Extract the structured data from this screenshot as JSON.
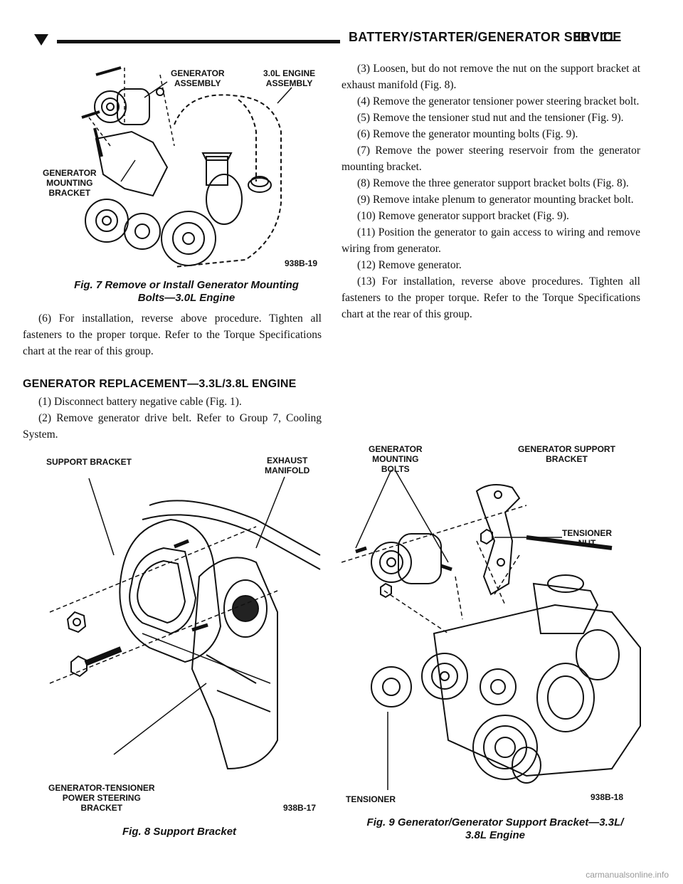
{
  "header": {
    "title": "BATTERY/STARTER/GENERATOR SERVICE",
    "page": "8B - 11"
  },
  "fig7": {
    "labels": {
      "generator_assembly": "GENERATOR\nASSEMBLY",
      "engine_assembly": "3.0L ENGINE\nASSEMBLY",
      "mounting_bracket": "GENERATOR\nMOUNTING\nBRACKET"
    },
    "code": "938B-19",
    "caption_line1": "Fig. 7 Remove or Install Generator Mounting",
    "caption_line2": "Bolts—3.0L Engine"
  },
  "left_text": {
    "step6": "(6) For installation, reverse above procedure. Tighten all fasteners to the proper torque. Refer to the Torque Specifications chart at the rear of this group.",
    "heading": "GENERATOR REPLACEMENT—3.3L/3.8L ENGINE",
    "step1": "(1) Disconnect battery negative cable (Fig. 1).",
    "step2": "(2) Remove generator drive belt. Refer to Group 7, Cooling System."
  },
  "right_text": {
    "steps": [
      "(3) Loosen, but do not remove the nut on the support bracket at exhaust manifold (Fig. 8).",
      "(4) Remove the generator tensioner power steering bracket bolt.",
      "(5) Remove the tensioner stud nut and the tensioner (Fig. 9).",
      "(6) Remove the generator mounting bolts (Fig. 9).",
      "(7) Remove the power steering reservoir from the generator mounting bracket.",
      "(8) Remove the three generator support bracket bolts (Fig. 8).",
      "(9) Remove intake plenum to generator mounting bracket bolt.",
      "(10) Remove generator support bracket (Fig. 9).",
      "(11) Position the generator to gain access to wiring and remove wiring from generator.",
      "(12) Remove generator.",
      "(13) For installation, reverse above procedures. Tighten all fasteners to the proper torque. Refer to the Torque Specifications chart at the rear of this group."
    ]
  },
  "fig8": {
    "labels": {
      "support_bracket": "SUPPORT BRACKET",
      "exhaust_manifold": "EXHAUST\nMANIFOLD",
      "tensioner_bracket": "GENERATOR-TENSIONER\nPOWER STEERING\nBRACKET"
    },
    "code": "938B-17",
    "caption": "Fig. 8 Support Bracket"
  },
  "fig9": {
    "labels": {
      "mounting_bolts": "GENERATOR\nMOUNTING\nBOLTS",
      "support_bracket": "GENERATOR SUPPORT\nBRACKET",
      "tensioner_nut": "TENSIONER\nNUT",
      "tensioner": "TENSIONER"
    },
    "code": "938B-18",
    "caption_line1": "Fig. 9 Generator/Generator Support Bracket—3.3L/",
    "caption_line2": "3.8L Engine"
  },
  "watermark": "carmanualsonline.info"
}
